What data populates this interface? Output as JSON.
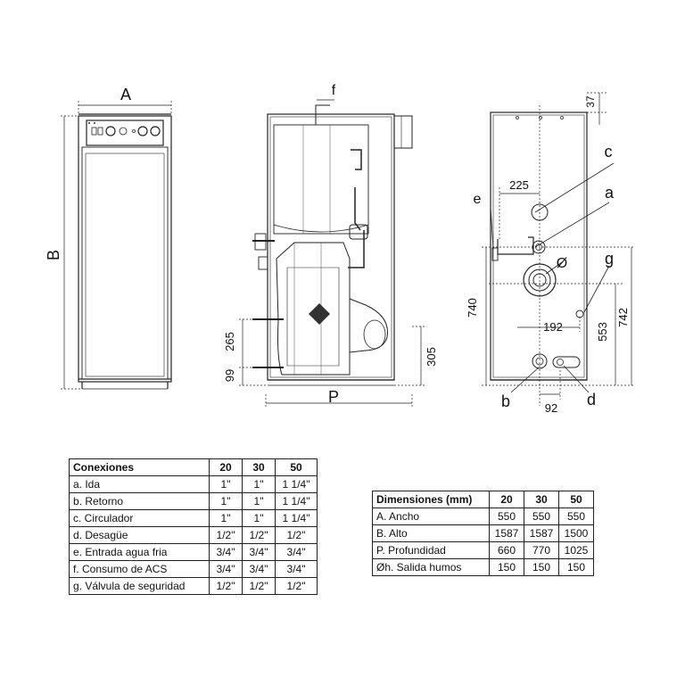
{
  "labels": {
    "A": "A",
    "B": "B",
    "P": "P",
    "a": "a",
    "b": "b",
    "c": "c",
    "d": "d",
    "e": "e",
    "f": "f",
    "g": "g",
    "phi": "Ø",
    "d265": "265",
    "d99": "99",
    "d305": "305",
    "d37": "37",
    "d225": "225",
    "d740": "740",
    "d192": "192",
    "d553": "553",
    "d742": "742",
    "d92": "92"
  },
  "connections_table": {
    "headers": [
      "Conexiones",
      "20",
      "30",
      "50"
    ],
    "rows": [
      [
        "a. Ida",
        "1\"",
        "1\"",
        "1 1/4\""
      ],
      [
        "b. Retorno",
        "1\"",
        "1\"",
        "1 1/4\""
      ],
      [
        "c. Circulador",
        "1\"",
        "1\"",
        "1 1/4\""
      ],
      [
        "d. Desagüe",
        "1/2\"",
        "1/2\"",
        "1/2\""
      ],
      [
        "e. Entrada agua fria",
        "3/4\"",
        "3/4\"",
        "3/4\""
      ],
      [
        "f.  Consumo de ACS",
        "3/4\"",
        "3/4\"",
        "3/4\""
      ],
      [
        "g. Válvula de seguridad",
        "1/2\"",
        "1/2\"",
        "1/2\""
      ]
    ]
  },
  "dimensions_table": {
    "headers": [
      "Dimensiones (mm)",
      "20",
      "30",
      "50"
    ],
    "rows": [
      [
        "A. Ancho",
        "550",
        "550",
        "550"
      ],
      [
        "B. Alto",
        "1587",
        "1587",
        "1500"
      ],
      [
        "P. Profundidad",
        "660",
        "770",
        "1025"
      ],
      [
        "Øh. Salida humos",
        "150",
        "150",
        "150"
      ]
    ]
  }
}
